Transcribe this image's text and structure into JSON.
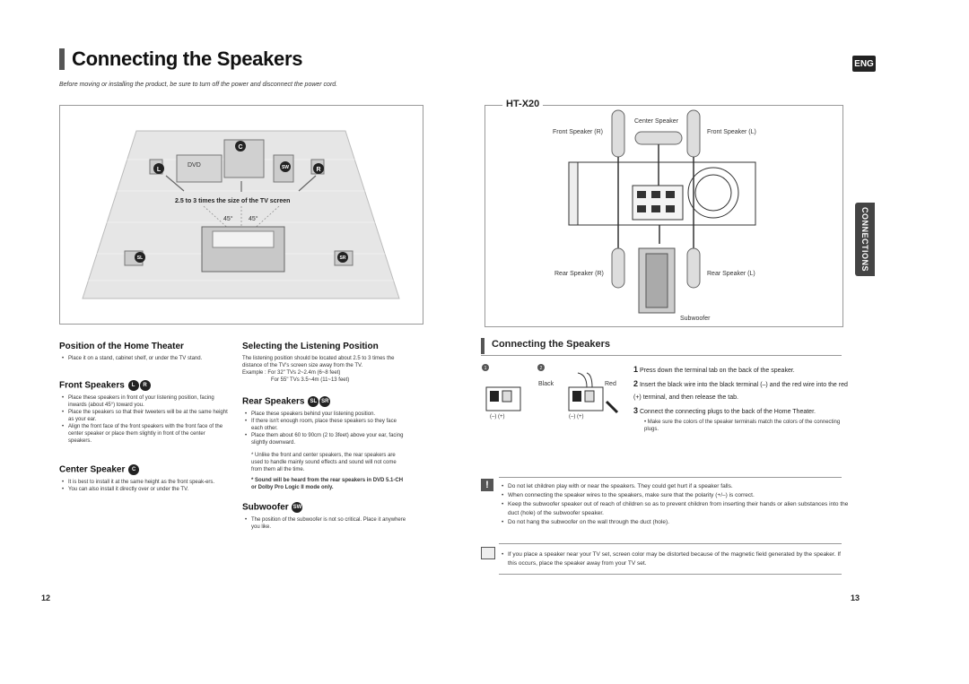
{
  "header": {
    "title": "Connecting the Speakers",
    "warning": "Before moving or installing the product, be sure to turn off the power and disconnect the power cord.",
    "lang_badge": "ENG"
  },
  "room_diagram": {
    "dvd_label": "DVD",
    "distance_note": "2.5 to 3 times the size of the TV screen",
    "angle_left": "45°",
    "angle_right": "45°",
    "badges": {
      "c": "C",
      "l": "L",
      "r": "R",
      "sw": "SW",
      "sl": "SL",
      "sr": "SR"
    }
  },
  "left_col": {
    "position_title": "Position of the Home Theater",
    "position_items": [
      "Place it on a stand, cabinet shelf, or under the TV stand."
    ],
    "front_title": "Front Speakers",
    "front_items": [
      "Place these speakers in front of your listening position, facing inwards (about 45°) toward you.",
      "Place the speakers so that their tweeters will be at the same height as your ear.",
      "Align the front face of the front speakers with the front face of the center speaker or place them slightly in front of the center speakers."
    ],
    "center_title": "Center Speaker",
    "center_items": [
      "It is best to install it at the same height as the front speak-ers.",
      "You can also install it directly over or under the TV."
    ]
  },
  "mid_col": {
    "listening_title": "Selecting the Listening Position",
    "listening_text": "The listening position should be located about 2.5 to 3 times the distance of the TV's screen size away from the TV.",
    "example_1": "Example : For 32\" TVs 2~2.4m (6~8 feet)",
    "example_2": "For 55\" TVs 3.5~4m (11~13 feet)",
    "rear_title": "Rear Speakers",
    "rear_items": [
      "Place these speakers behind your listening position.",
      "If there isn't enough room, place these speakers so they face each other.",
      "Place them about 60 to 90cm (2 to 3feet) above your ear, facing slightly downward."
    ],
    "rear_note": "* Unlike the front and center speakers, the rear speakers are used to handle mainly sound effects and sound will not come from them all the time.",
    "rear_note_bold": "* Sound will be heard from the rear speakers in DVD 5.1-CH or Dolby Pro Logic II mode only.",
    "sub_title": "Subwoofer",
    "sub_items": [
      "The position of the subwoofer is not so critical. Place it anywhere you like."
    ]
  },
  "model_diagram": {
    "model": "HT-X20",
    "center_speaker": "Center Speaker",
    "front_r": "Front Speaker (R)",
    "front_l": "Front Speaker (L)",
    "rear_r": "Rear Speaker (R)",
    "rear_l": "Rear Speaker (L)",
    "subwoofer": "Subwoofer"
  },
  "side_tab": "CONNECTIONS",
  "connect": {
    "title": "Connecting the Speakers",
    "fig1": "1",
    "fig2": "2",
    "black": "Black",
    "red": "Red",
    "polarity_1": "(–)  (+)",
    "polarity_2": "(–)  (+)",
    "steps": [
      {
        "num": "1",
        "text": "Press down the terminal tab on the back of the speaker."
      },
      {
        "num": "2",
        "text": "Insert the black wire into the black terminal (–) and the red wire into the red (+) terminal, and then release the tab."
      },
      {
        "num": "3",
        "text": "Connect the connecting plugs to the back of the Home Theater."
      }
    ],
    "step3_note": "• Make sure the colors of the speaker terminals match the colors of the connecting plugs."
  },
  "cautions": [
    "Do not let children play with or near the speakers. They could get hurt if a speaker falls.",
    "When connecting the speaker wires to the speakers, make sure that the polarity (+/–) is correct.",
    "Keep the subwoofer speaker out of reach of children so as to prevent children from inserting their hands or alien substances into the duct (hole) of the subwoofer speaker.",
    "Do not hang the subwoofer on the wall through the duct (hole)."
  ],
  "note": "If you place a speaker near your TV set, screen color may be distorted because of the magnetic field generated by the speaker. If this occurs, place the speaker away from your TV set.",
  "pages": {
    "left": "12",
    "right": "13"
  }
}
